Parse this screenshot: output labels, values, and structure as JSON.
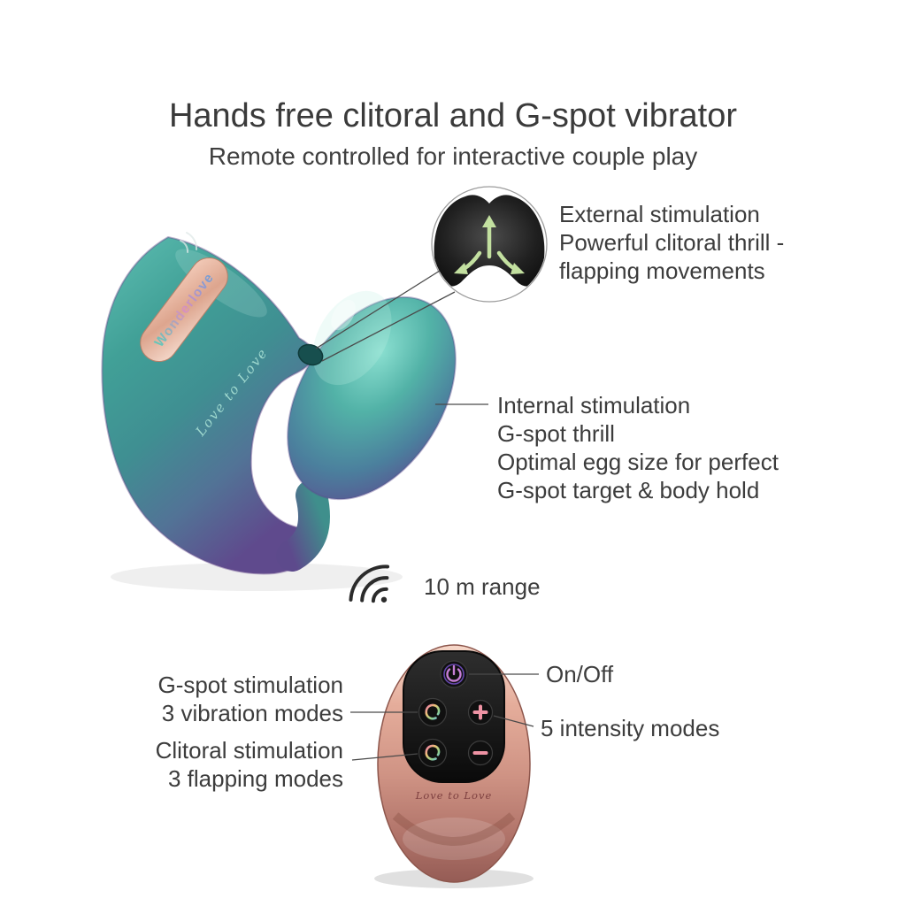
{
  "page": {
    "background": "#ffffff"
  },
  "header": {
    "title": "Hands free clitoral and G-spot vibrator",
    "subtitle": "Remote controlled for interactive couple play"
  },
  "product": {
    "brand_label": "Wonderlove",
    "brand_script": "Love to Love"
  },
  "zoom_inset": {
    "description_lines": [
      "External stimulation",
      "Powerful clitoral thrill -",
      "flapping movements"
    ]
  },
  "internal_callout": {
    "lines": [
      "Internal stimulation",
      "G-spot thrill",
      "Optimal egg size for perfect",
      "G-spot target & body hold"
    ]
  },
  "wireless": {
    "label": "10 m range"
  },
  "remote": {
    "brand_script": "Love to Love",
    "callout_on_off": "On/Off",
    "callout_intensity": "5 intensity modes",
    "callout_gspot_lines": [
      "G-spot stimulation",
      "3 vibration modes"
    ],
    "callout_clitoral_lines": [
      "Clitoral stimulation",
      "3 flapping modes"
    ]
  },
  "icons": {
    "power": "power-icon",
    "wave_mode": "wave-mode-icon",
    "plus": "plus-icon",
    "minus": "minus-icon",
    "wireless": "wireless-waves-icon",
    "flap_arrows": [
      "up-arrow-icon",
      "left-arrow-icon",
      "right-arrow-icon"
    ]
  },
  "colors": {
    "text": "#3d3d3d",
    "product_teal": "#41a097",
    "product_purple": "#5f4a8d",
    "label_rose_gold": "#dda58e",
    "remote_rose_gold": "#cf9384",
    "button_pink": "#ef93a4",
    "power_purple": "#c77fd6",
    "arrow_green": "#c3e0a0"
  }
}
